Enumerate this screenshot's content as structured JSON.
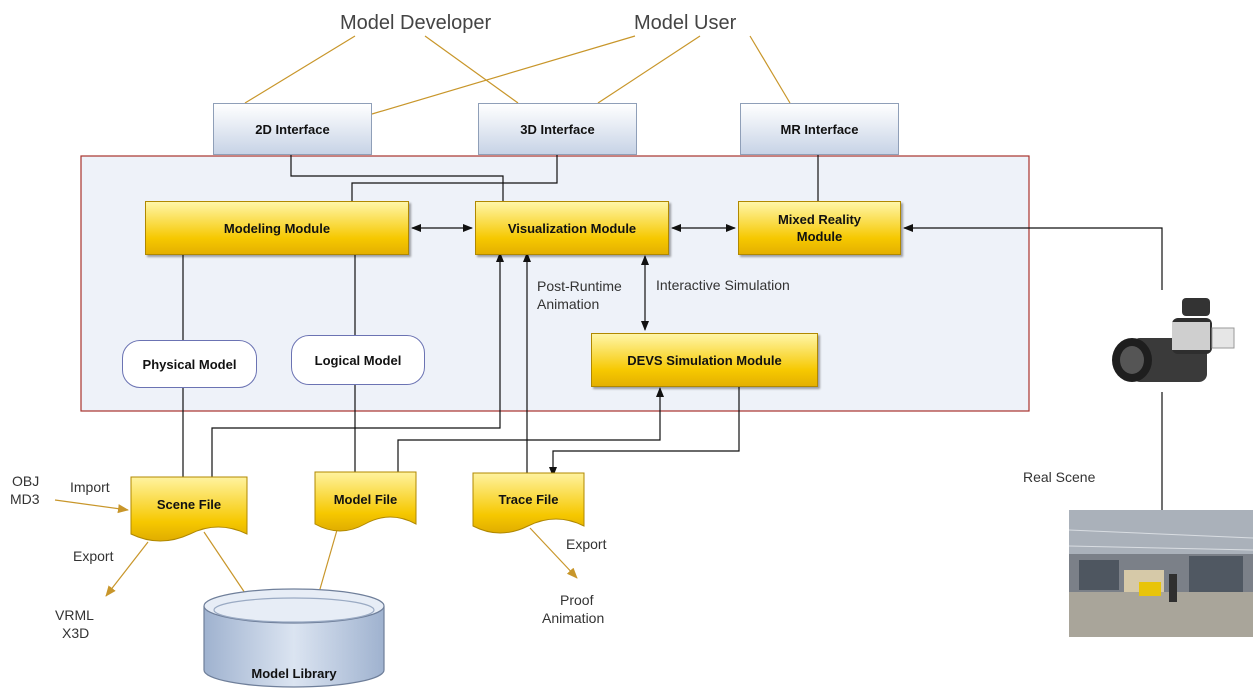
{
  "actors": {
    "developer": "Model Developer",
    "user": "Model User"
  },
  "interfaces": {
    "i2d": "2D Interface",
    "i3d": "3D Interface",
    "mr": "MR Interface"
  },
  "modules": {
    "modeling": "Modeling Module",
    "visualization": "Visualization Module",
    "mixed_line1": "Mixed Reality",
    "mixed_line2": "Module",
    "devs": "DEVS Simulation Module"
  },
  "models": {
    "physical": "Physical Model",
    "logical": "Logical Model"
  },
  "files": {
    "scene": "Scene File",
    "model": "Model File",
    "trace": "Trace File"
  },
  "library": "Model Library",
  "labels": {
    "post_runtime_line1": "Post-Runtime",
    "post_runtime_line2": "Animation",
    "interactive": "Interactive Simulation",
    "obj": "OBJ",
    "md3": "MD3",
    "import": "Import",
    "export_scene": "Export",
    "vrml": "VRML",
    "x3d": "X3D",
    "export_trace": "Export",
    "proof": "Proof",
    "animation": "Animation",
    "real_scene": "Real Scene"
  },
  "colors": {
    "module_fill": "#f6c800",
    "interface_fill": "#c7d3e6",
    "container_fill": "#eef2f9",
    "container_border": "#a8322d",
    "actor_line": "#c8962a",
    "arrow": "#111111"
  }
}
